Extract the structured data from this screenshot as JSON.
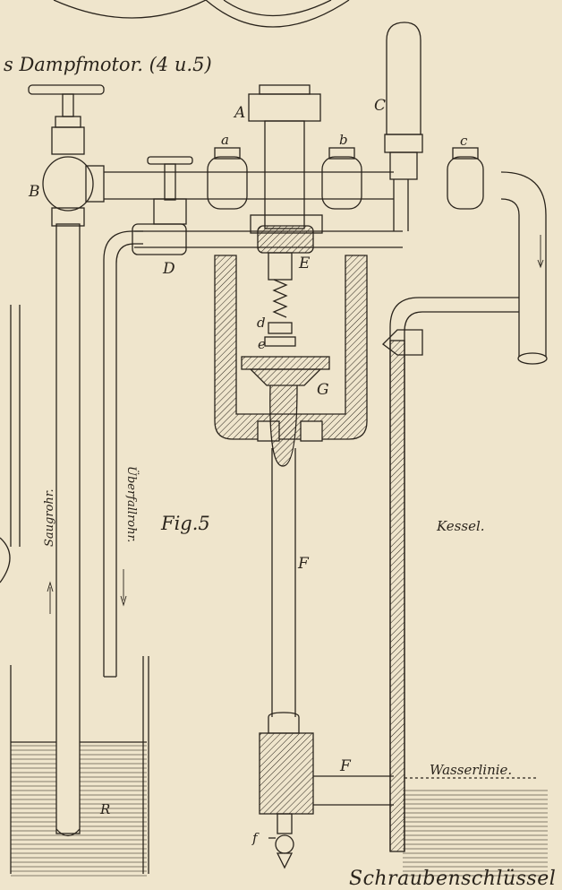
{
  "header": {
    "title": "s Dampfmotor.",
    "title_suffix": "(4 u.5)"
  },
  "figure": {
    "label": "Fig.5"
  },
  "labels": {
    "A": "A",
    "B": "B",
    "C": "C",
    "D": "D",
    "E": "E",
    "F": "F",
    "G": "G",
    "R": "R",
    "a": "a",
    "b": "b",
    "c": "c",
    "d": "d",
    "e": "e",
    "f": "f",
    "F2": "F"
  },
  "pipes": {
    "saugrohr": "Saugrohr.",
    "ueberfallrohr": "Überfallrohr.",
    "kessel": "Kessel.",
    "wasserlinie": "Wasserlinie."
  },
  "footer": {
    "caption": "Schraubenschlüssel"
  },
  "colors": {
    "paper": "#efe5cc",
    "ink": "#2a241c",
    "water_hatch": "#6b6254"
  }
}
